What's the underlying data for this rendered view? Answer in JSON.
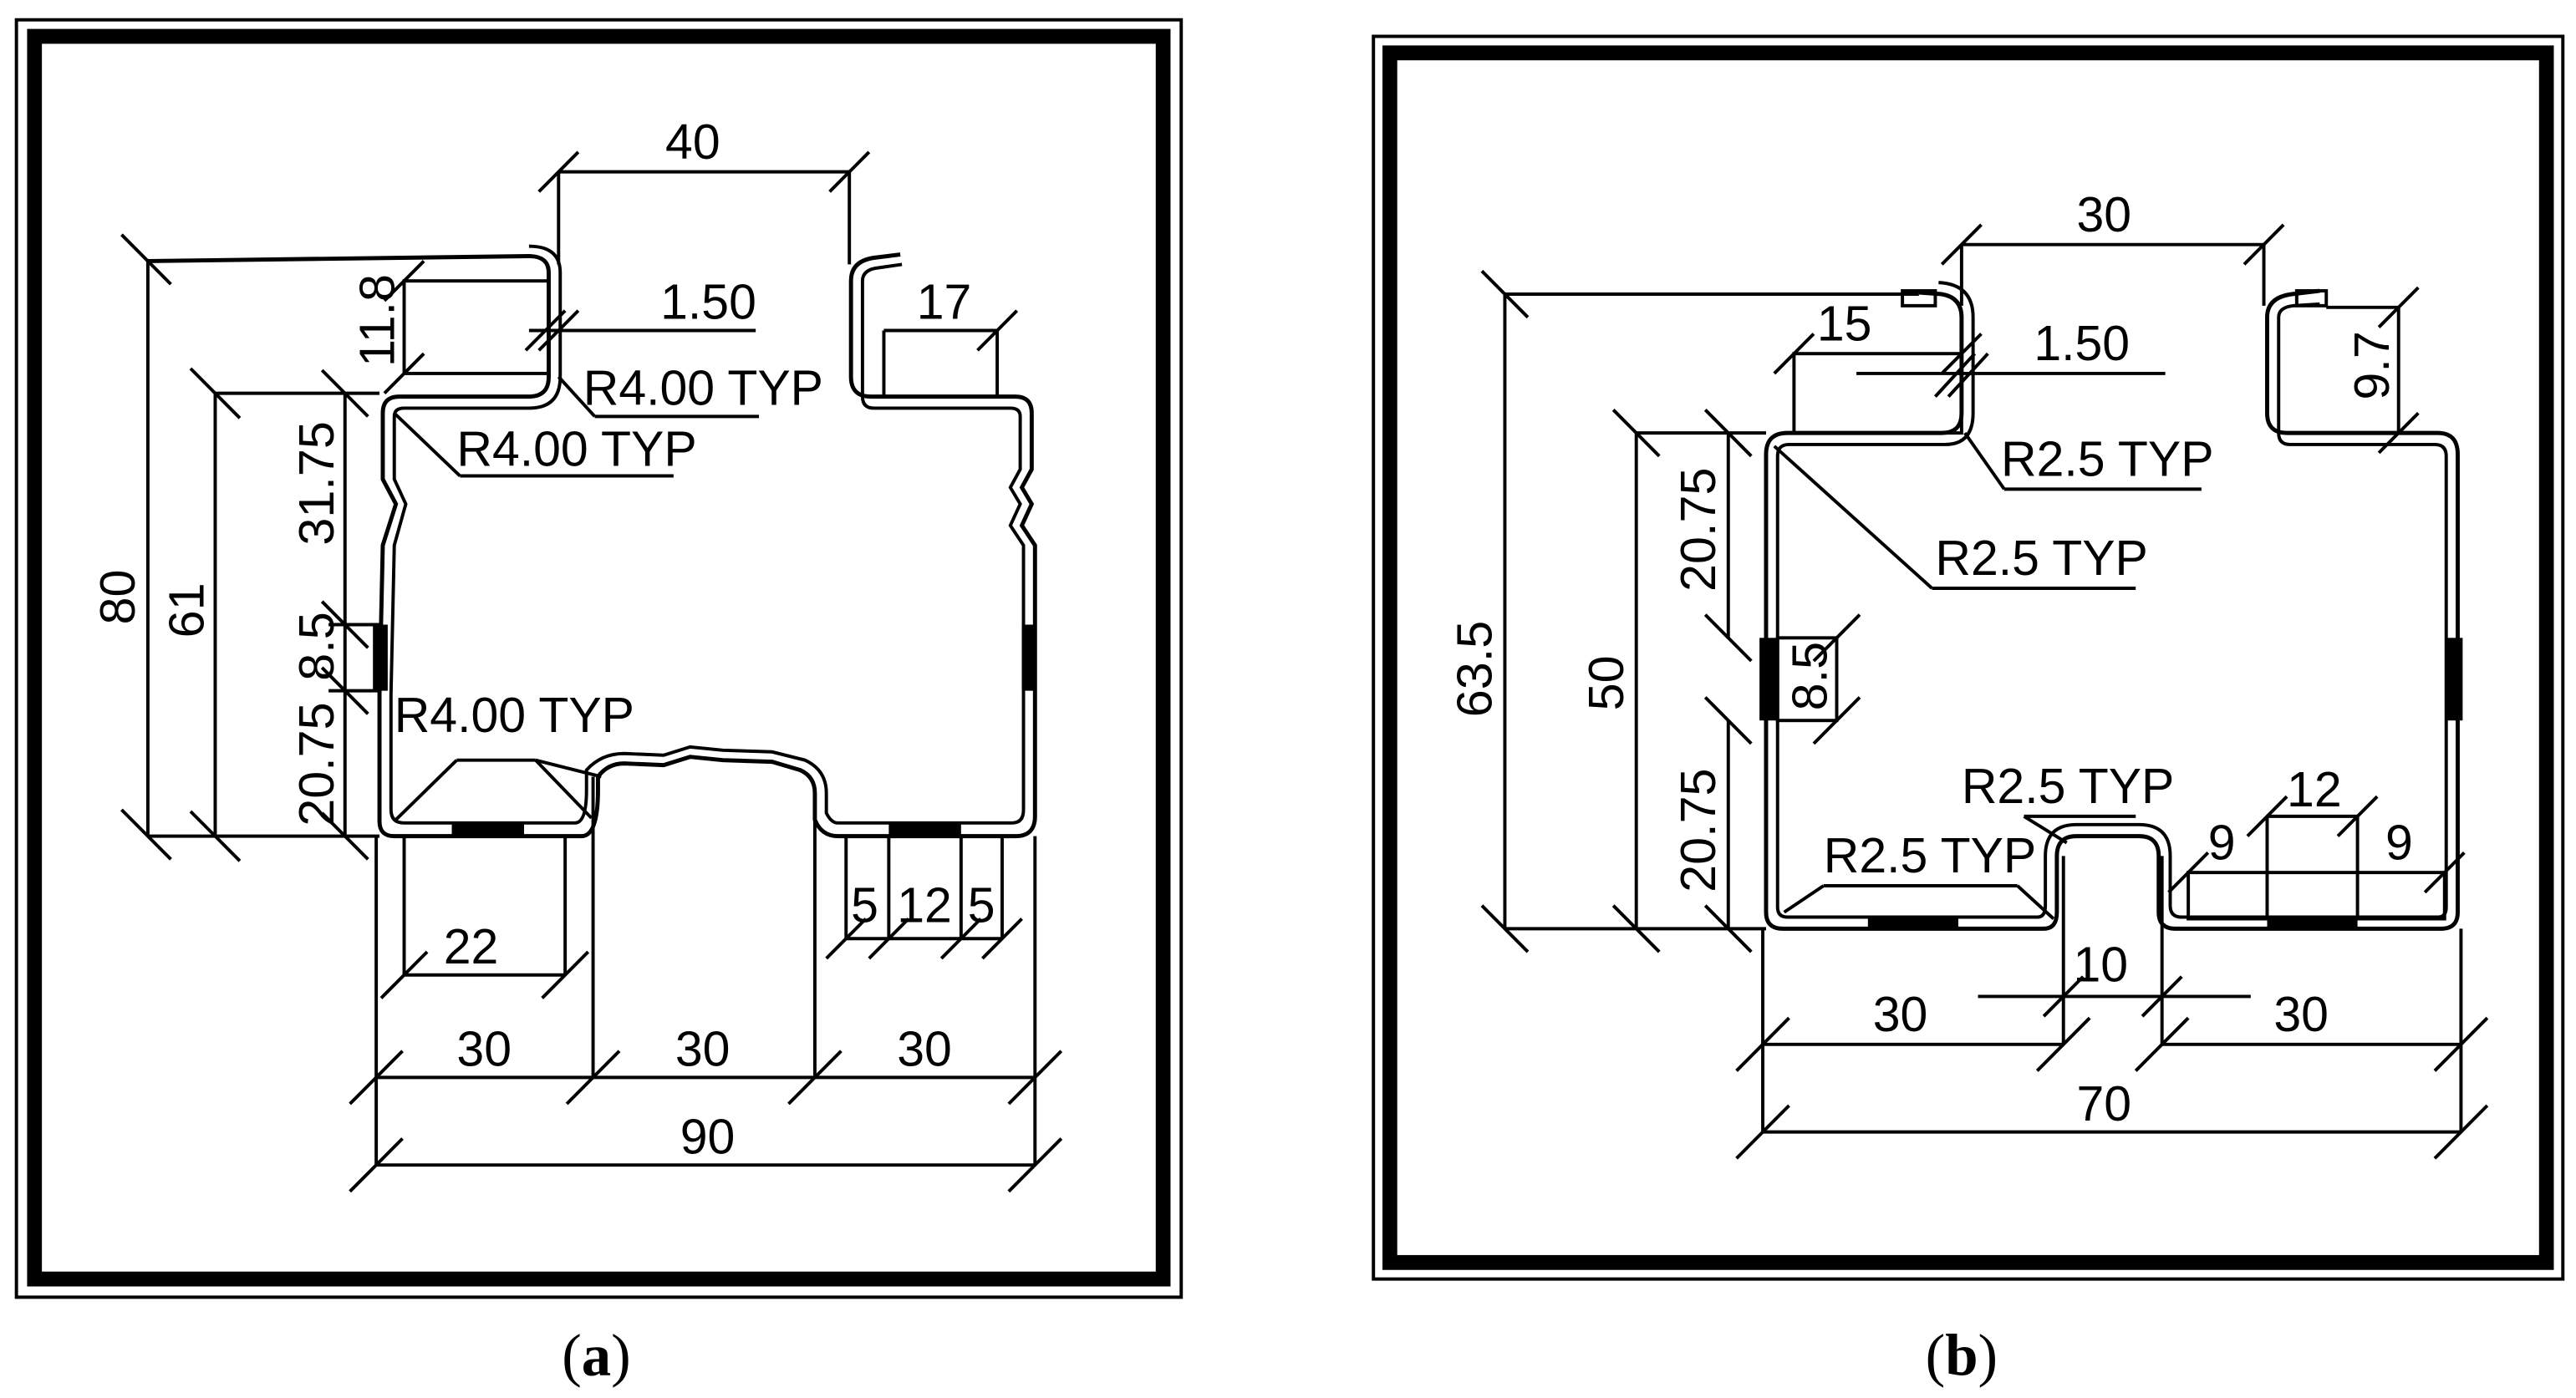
{
  "panels": [
    {
      "id": "a",
      "caption_open": "(",
      "caption_letter": "a",
      "caption_close": ")",
      "labels": {
        "top": "40",
        "overall_height": "80",
        "inner_height": "61",
        "seg_upper": "31.75",
        "slot": "8.5",
        "seg_lower": "20.75",
        "lip": "11.8",
        "thickness": "1.50",
        "radius_1": "R4.00 TYP",
        "radius_2": "R4.00 TYP",
        "radius_3": "R4.00 TYP",
        "flange": "17",
        "foot": "22",
        "slot_a": "5",
        "slot_b": "12",
        "slot_c": "5",
        "bottom_1": "30",
        "bottom_2": "30",
        "bottom_3": "30",
        "overall_width": "90"
      }
    },
    {
      "id": "b",
      "caption_open": "(",
      "caption_letter": "b",
      "caption_close": ")",
      "labels": {
        "top": "30",
        "overall_height": "63.5",
        "inner_height": "50",
        "seg_upper": "20.75",
        "slot": "8.5",
        "seg_lower": "20.75",
        "lip_left": "15",
        "thickness": "1.50",
        "radius_1": "R2.5 TYP",
        "radius_2": "R2.5 TYP",
        "radius_3": "R2.5 TYP",
        "radius_4": "R2.5 TYP",
        "lip_right": "9.7",
        "notch_a": "9",
        "notch_b": "12",
        "notch_c": "9",
        "gap": "10",
        "bottom_1": "30",
        "bottom_2": "30",
        "overall_width": "70"
      }
    }
  ]
}
